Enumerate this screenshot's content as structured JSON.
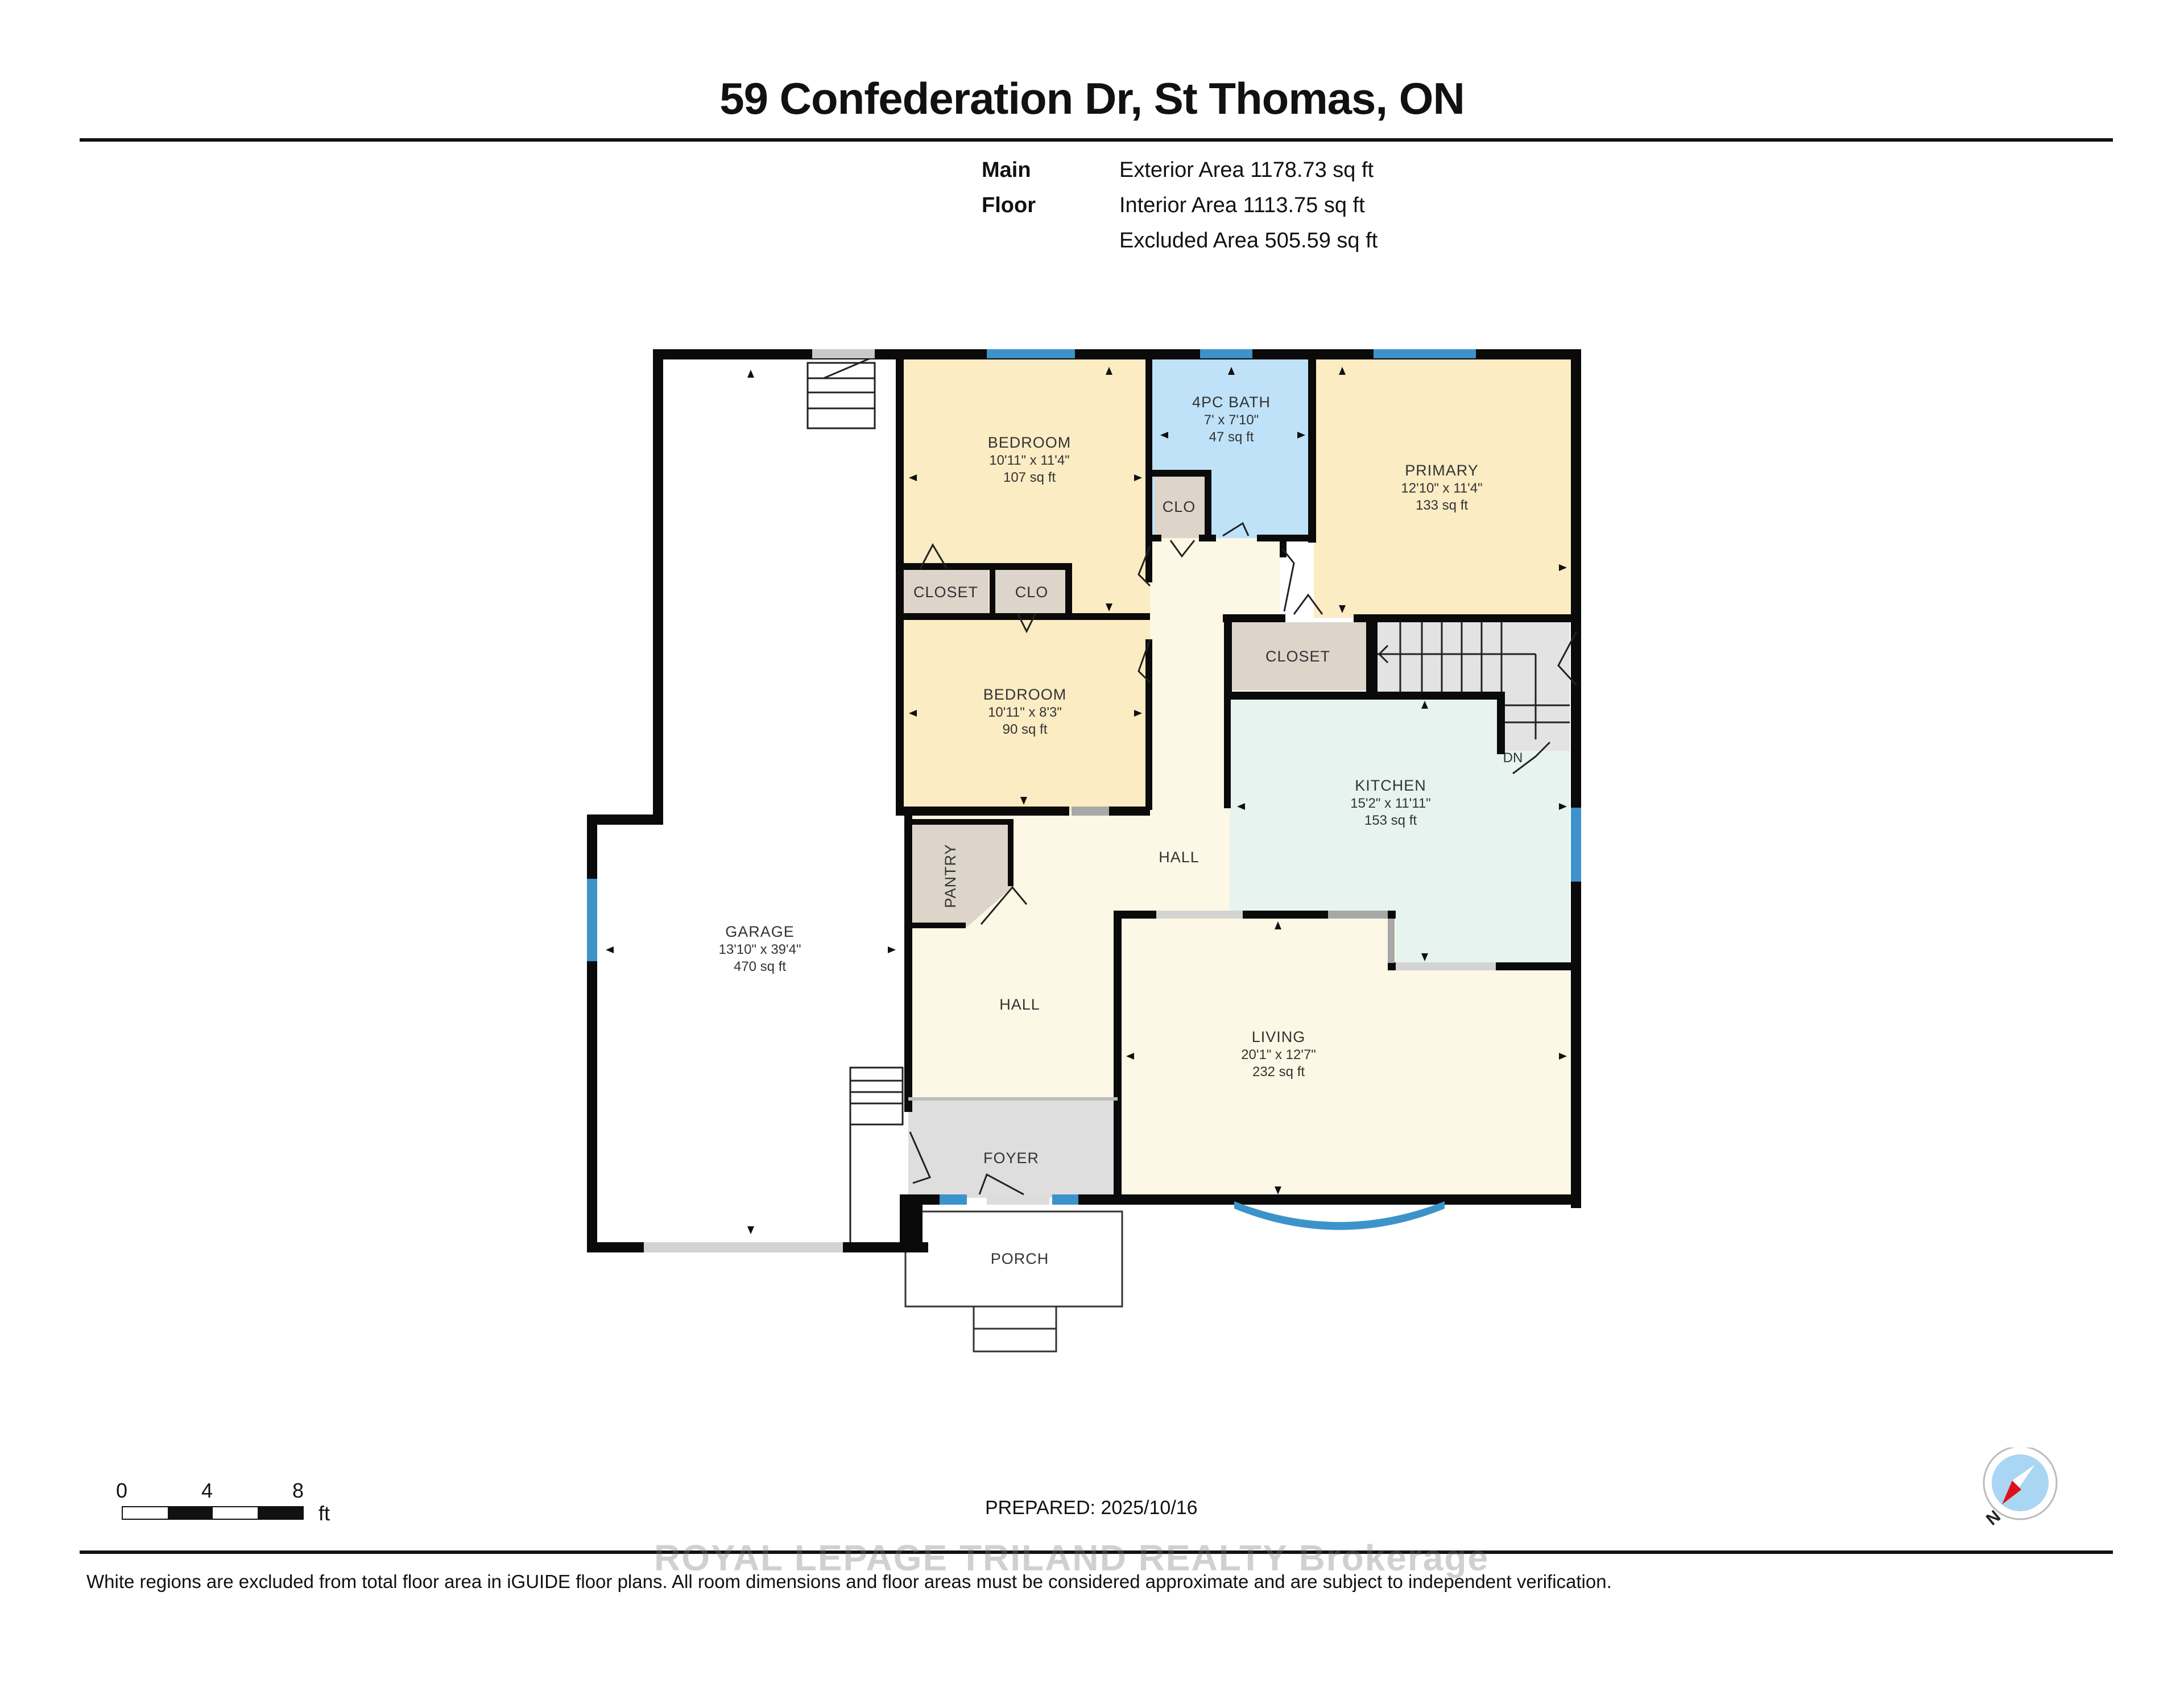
{
  "header": {
    "title": "59 Confederation Dr, St Thomas, ON"
  },
  "floor_summary": {
    "floor_name": "Main Floor",
    "exterior_area": "Exterior Area 1178.73 sq ft",
    "interior_area": "Interior Area 1113.75 sq ft",
    "excluded_area": "Excluded Area 505.59 sq ft"
  },
  "rooms": {
    "garage": {
      "name": "GARAGE",
      "dims": "13'10\" x 39'4\"",
      "area": "470 sq ft"
    },
    "bedroom1": {
      "name": "BEDROOM",
      "dims": "10'11\" x 11'4\"",
      "area": "107 sq ft"
    },
    "bath": {
      "name": "4PC BATH",
      "dims": "7' x 7'10\"",
      "area": "47 sq ft"
    },
    "primary": {
      "name": "PRIMARY",
      "dims": "12'10\" x 11'4\"",
      "area": "133 sq ft"
    },
    "bedroom2": {
      "name": "BEDROOM",
      "dims": "10'11\" x 8'3\"",
      "area": "90 sq ft"
    },
    "kitchen": {
      "name": "KITCHEN",
      "dims": "15'2\" x 11'11\"",
      "area": "153 sq ft"
    },
    "living": {
      "name": "LIVING",
      "dims": "20'1\" x 12'7\"",
      "area": "232 sq ft"
    },
    "closet_bed1": {
      "name": "CLOSET"
    },
    "clo_bed2": {
      "name": "CLO"
    },
    "clo_bath": {
      "name": "CLO"
    },
    "closet_primary": {
      "name": "CLOSET"
    },
    "pantry": {
      "name": "PANTRY"
    },
    "hall_upper": {
      "name": "HALL"
    },
    "hall_lower": {
      "name": "HALL"
    },
    "foyer": {
      "name": "FOYER"
    },
    "porch": {
      "name": "PORCH"
    },
    "stairs_down": {
      "name": "DN"
    }
  },
  "colors": {
    "wall": "#0a0a0a",
    "bedroom_fill": "#fbecc4",
    "bath_fill": "#bfe2f8",
    "kitchen_fill": "#e6f3ee",
    "hall_fill": "#fdf7e5",
    "closet_fill": "#ddd5ca",
    "foyer_fill": "#dedede",
    "window": "#3c93c9",
    "opening": "#c9c9c9"
  },
  "scale_bar": {
    "ticks": [
      "0",
      "4",
      "8"
    ],
    "unit": "ft"
  },
  "compass": {
    "label": "N"
  },
  "footer": {
    "prepared": "PREPARED: 2025/10/16",
    "watermark": "ROYAL LEPAGE TRILAND REALTY Brokerage",
    "disclaimer": "White regions are excluded from total floor area in iGUIDE floor plans. All room dimensions and floor areas must be considered approximate and are subject to independent verification."
  }
}
